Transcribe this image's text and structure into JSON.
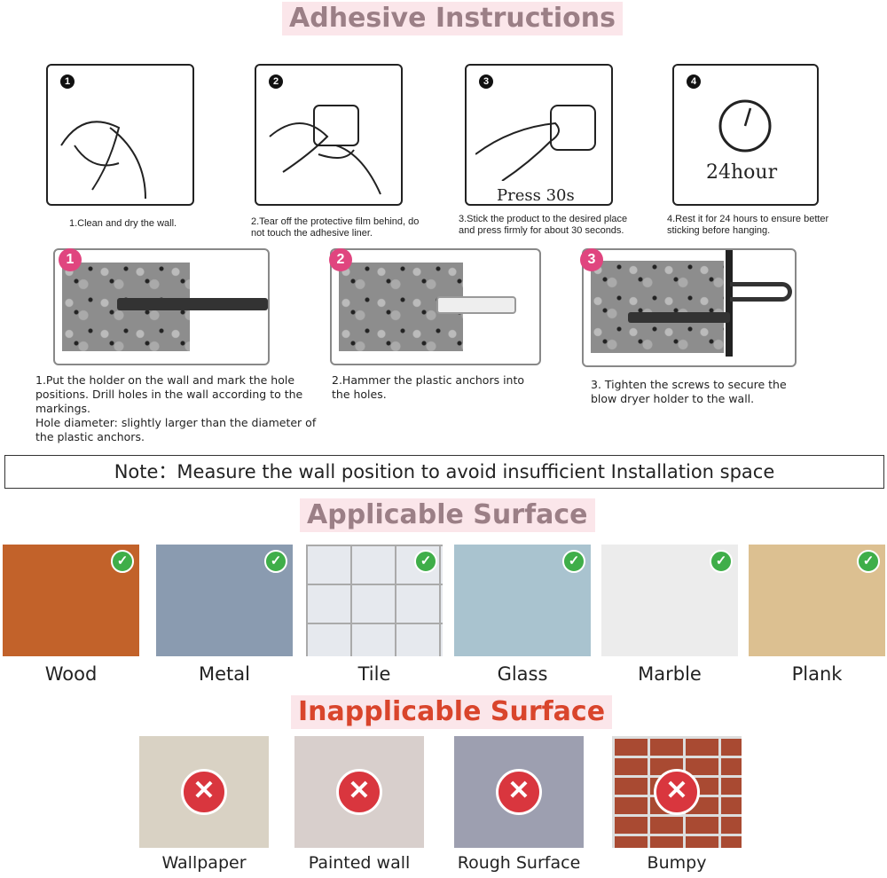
{
  "titles": {
    "adhesive": "Adhesive Instructions",
    "applicable": "Applicable Surface",
    "inapplicable": "Inapplicable Surface"
  },
  "adhesive_steps": [
    {
      "num": "1",
      "caption": "1.Clean and dry the wall."
    },
    {
      "num": "2",
      "caption": "2.Tear off the protective film behind, do not touch the adhesive liner."
    },
    {
      "num": "3",
      "caption": "3.Stick the product to the desired place and press firmly for about 30 seconds.",
      "image_text": "Press 30s"
    },
    {
      "num": "4",
      "caption": "4.Rest it for 24 hours to ensure better sticking before hanging.",
      "image_text": "24hour"
    }
  ],
  "drill_steps": [
    {
      "num": "1",
      "caption": "1.Put the holder on the wall and mark the hole positions. Drill holes in the wall according to the markings.",
      "caption2": "Hole diameter: slightly larger than the diameter of the plastic anchors."
    },
    {
      "num": "2",
      "caption": "2.Hammer the plastic anchors into the holes."
    },
    {
      "num": "3",
      "caption": "3.  Tighten the screws to secure the blow dryer holder to the wall."
    }
  ],
  "note": "Note：Measure the wall position to avoid insufficient Installation space",
  "applicable": [
    {
      "label": "Wood",
      "color": "#c2622a"
    },
    {
      "label": "Metal",
      "color": "#8a9bb0"
    },
    {
      "label": "Tile",
      "color": "#e6e9ee"
    },
    {
      "label": "Glass",
      "color": "#a9c3cf"
    },
    {
      "label": "Marble",
      "color": "#ececec"
    },
    {
      "label": "Plank",
      "color": "#dcc091"
    }
  ],
  "inapplicable": [
    {
      "label": "Wallpaper",
      "color": "#d9d2c4"
    },
    {
      "label": "Painted wall",
      "color": "#d8cfcc"
    },
    {
      "label": "Rough Surface",
      "color": "#9d9fb0"
    },
    {
      "label": "Bumpy",
      "color": "#a94a32"
    }
  ]
}
